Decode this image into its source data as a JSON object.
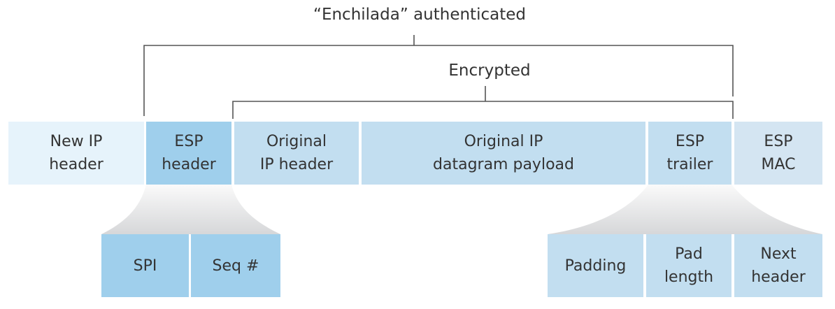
{
  "labels": {
    "authenticated": "“Enchilada” authenticated",
    "encrypted": "Encrypted"
  },
  "packet": [
    {
      "label": "New IP\nheader",
      "color": "#e6f3fb"
    },
    {
      "label": "ESP\nheader",
      "color": "#9fcfec"
    },
    {
      "label": "Original\nIP header",
      "color": "#c2def0"
    },
    {
      "label": "Original IP\ndatagram payload",
      "color": "#c2def0"
    },
    {
      "label": "ESP\ntrailer",
      "color": "#c2def0"
    },
    {
      "label": "ESP\nMAC",
      "color": "#d4e5f2"
    }
  ],
  "esp_header_fields": [
    {
      "label": "SPI",
      "color": "#9fcfec"
    },
    {
      "label": "Seq #",
      "color": "#9fcfec"
    }
  ],
  "esp_trailer_fields": [
    {
      "label": "Padding",
      "color": "#c2def0"
    },
    {
      "label": "Pad\nlength",
      "color": "#c2def0"
    },
    {
      "label": "Next\nheader",
      "color": "#c2def0"
    }
  ]
}
